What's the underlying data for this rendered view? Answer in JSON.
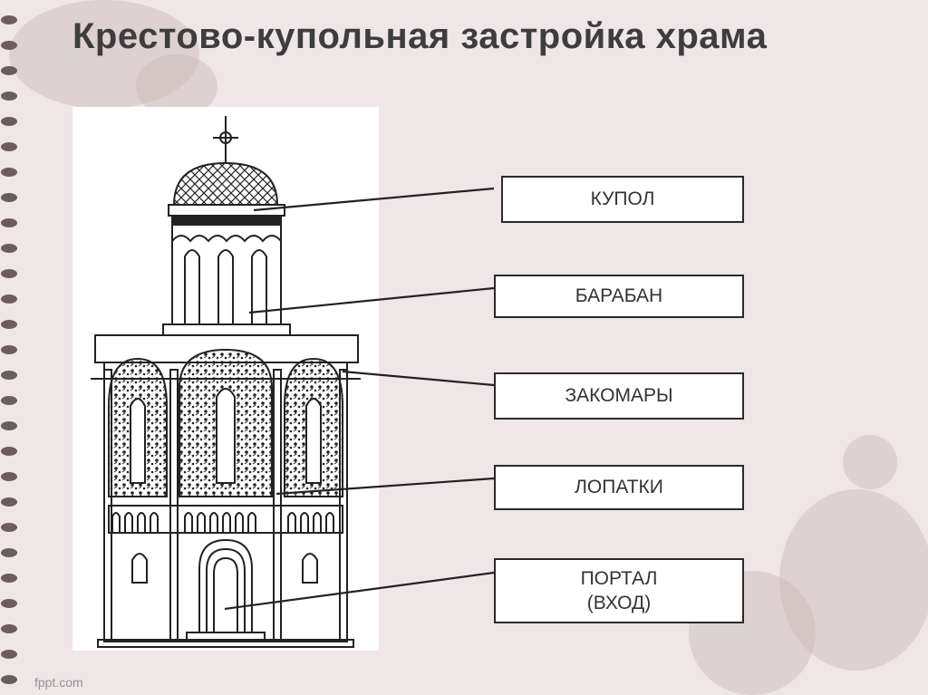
{
  "title": "Крестово-купольная застройка храма",
  "labels": [
    {
      "id": "kupol",
      "text": "КУПОЛ"
    },
    {
      "id": "baraban",
      "text": "БАРАБАН"
    },
    {
      "id": "zakomary",
      "text": "ЗАКОМАРЫ"
    },
    {
      "id": "lopatki",
      "text": "ЛОПАТКИ"
    },
    {
      "id": "portal",
      "text": "ПОРТАЛ\n(ВХОД)"
    }
  ],
  "footer": "fppt.com"
}
